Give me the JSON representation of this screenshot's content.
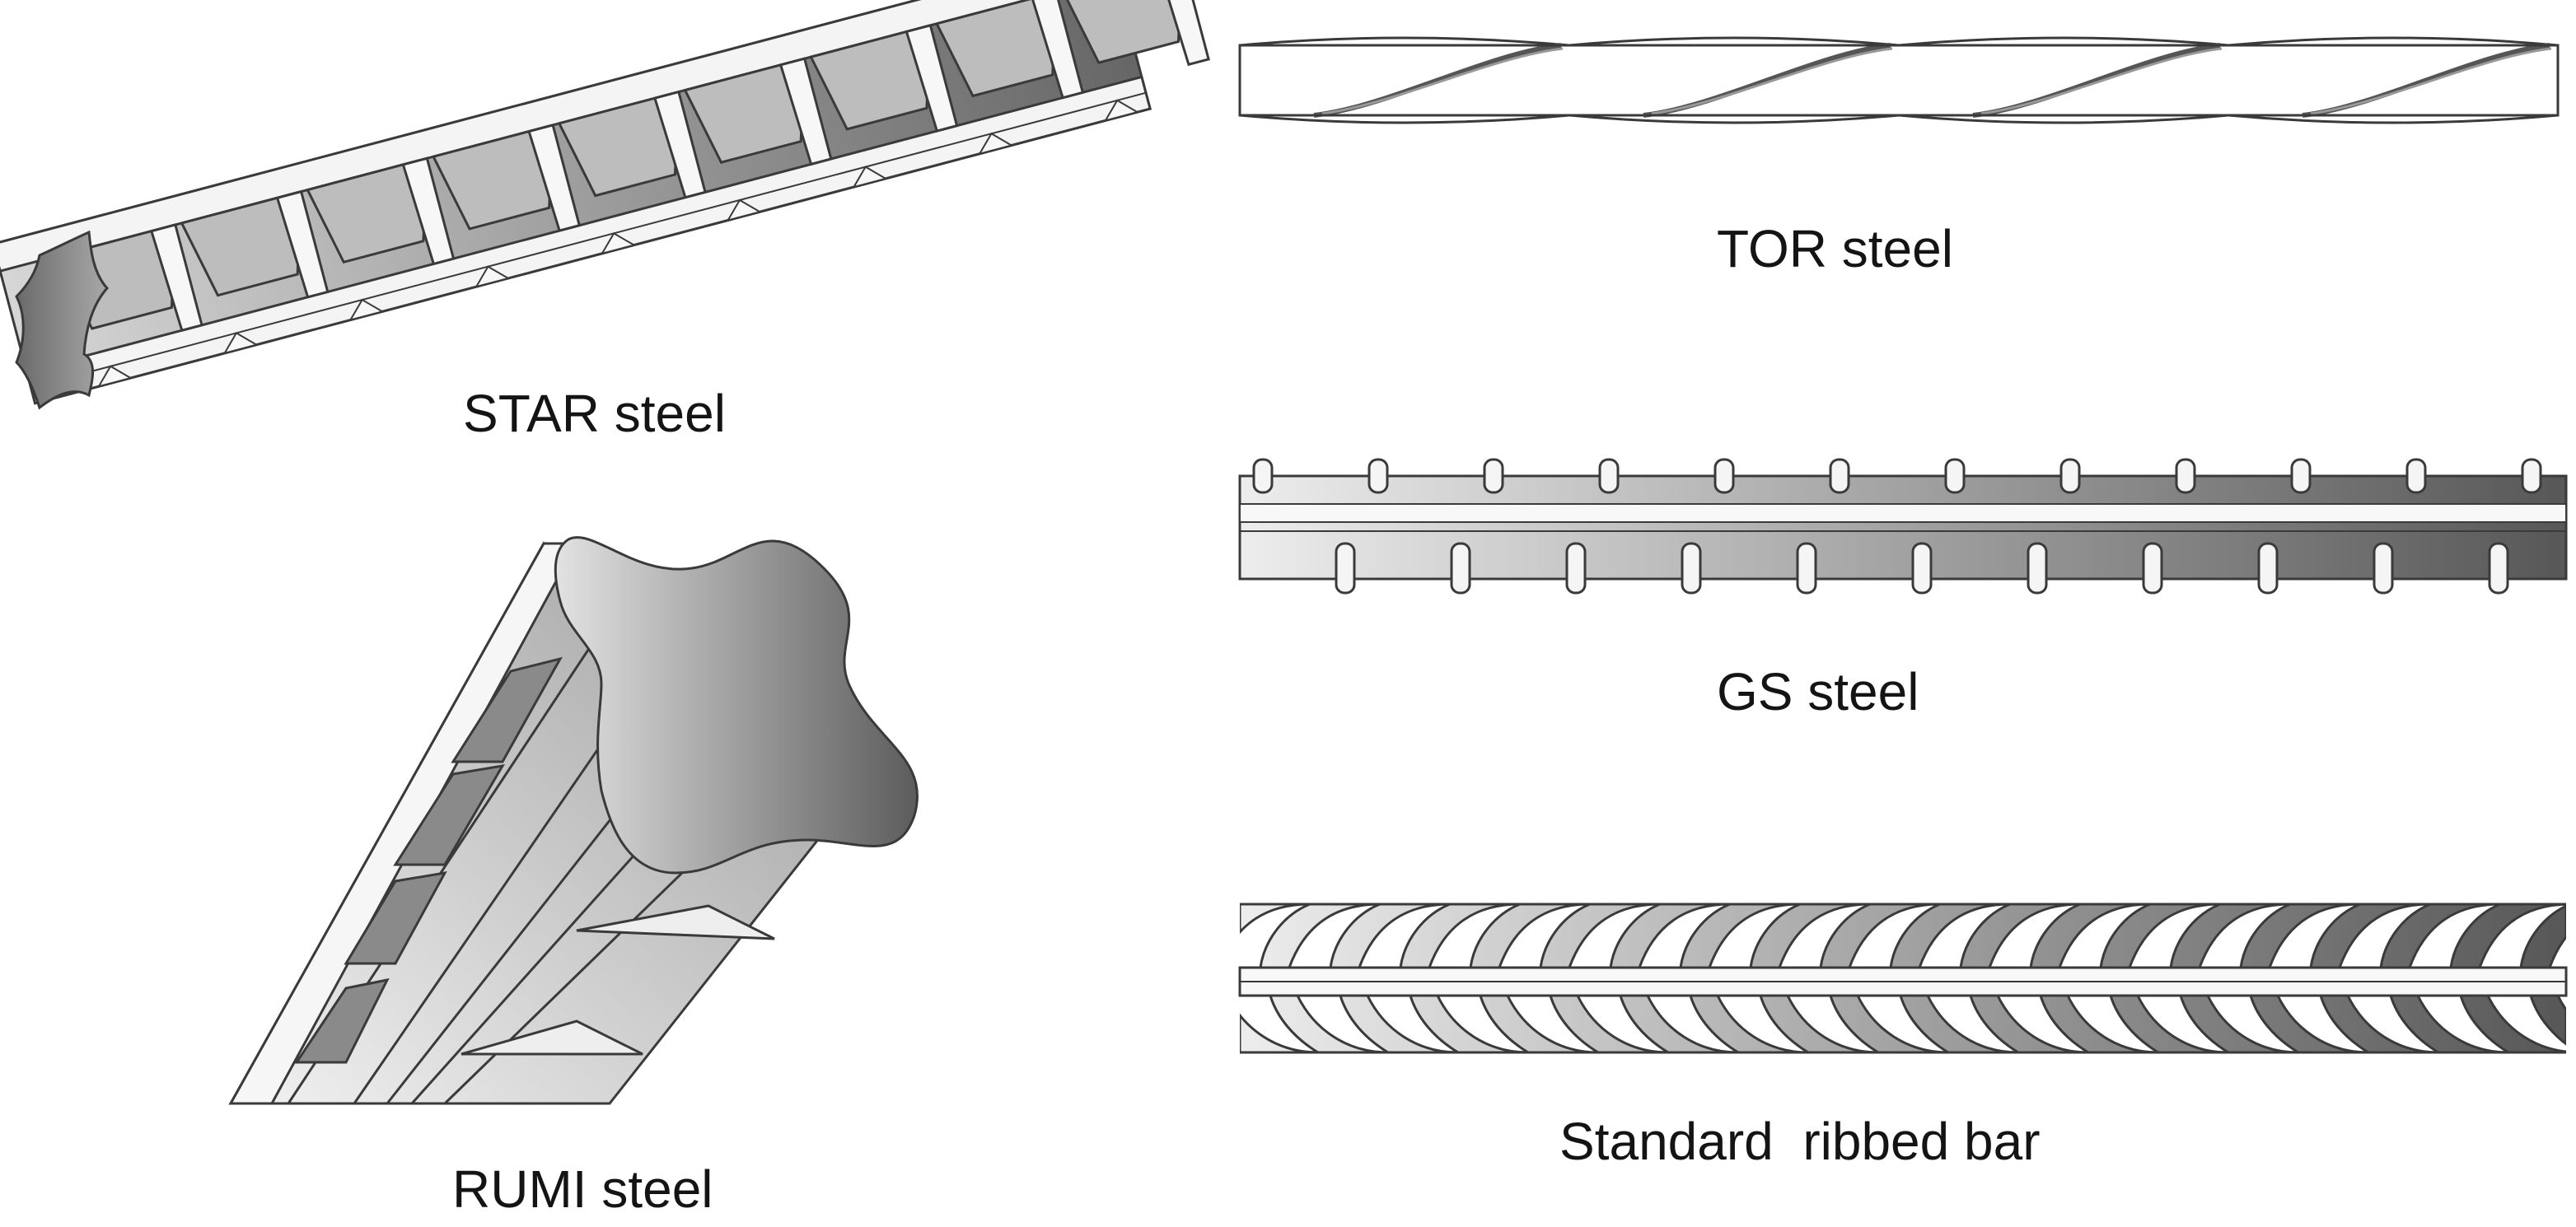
{
  "diagram": {
    "panels": [
      {
        "id": "star",
        "label": "STAR steel"
      },
      {
        "id": "rumi",
        "label": "RUMI steel"
      },
      {
        "id": "tor",
        "label": "TOR steel"
      },
      {
        "id": "gs",
        "label": "GS steel"
      },
      {
        "id": "ribbed",
        "label": "Standard  ribbed bar"
      }
    ],
    "colors": {
      "outline": "#3a3a3a",
      "light_steel": "#ececec",
      "dark_steel": "#5a5a5a",
      "background": "#ffffff"
    }
  }
}
